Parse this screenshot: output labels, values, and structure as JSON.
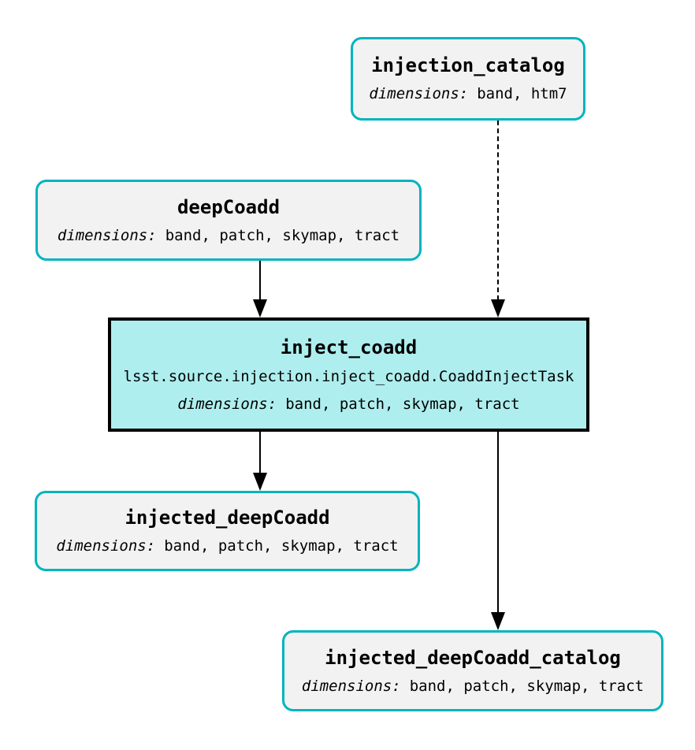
{
  "diagram": {
    "type": "pipeline-task-graph",
    "background": "#ffffff",
    "colors": {
      "dataset_border": "#00b4be",
      "dataset_fill": "#f2f2f2",
      "task_border": "#000000",
      "task_fill": "#afeeee",
      "edge": "#000000",
      "text": "#000000"
    },
    "nodes": [
      {
        "id": "injection_catalog",
        "type": "dataset",
        "title": "injection_catalog",
        "dimensions_label": "dimensions:",
        "dimensions_values": "band, htm7"
      },
      {
        "id": "deepCoadd",
        "type": "dataset",
        "title": "deepCoadd",
        "dimensions_label": "dimensions:",
        "dimensions_values": "band, patch, skymap, tract"
      },
      {
        "id": "inject_coadd",
        "type": "task",
        "title": "inject_coadd",
        "task_class": "lsst.source.injection.inject_coadd.CoaddInjectTask",
        "dimensions_label": "dimensions:",
        "dimensions_values": "band, patch, skymap, tract"
      },
      {
        "id": "injected_deepCoadd",
        "type": "dataset",
        "title": "injected_deepCoadd",
        "dimensions_label": "dimensions:",
        "dimensions_values": "band, patch, skymap, tract"
      },
      {
        "id": "injected_deepCoadd_catalog",
        "type": "dataset",
        "title": "injected_deepCoadd_catalog",
        "dimensions_label": "dimensions:",
        "dimensions_values": "band, patch, skymap, tract"
      }
    ],
    "edges": [
      {
        "from": "injection_catalog",
        "to": "inject_coadd",
        "style": "dashed"
      },
      {
        "from": "deepCoadd",
        "to": "inject_coadd",
        "style": "solid"
      },
      {
        "from": "inject_coadd",
        "to": "injected_deepCoadd",
        "style": "solid"
      },
      {
        "from": "inject_coadd",
        "to": "injected_deepCoadd_catalog",
        "style": "solid"
      }
    ]
  }
}
